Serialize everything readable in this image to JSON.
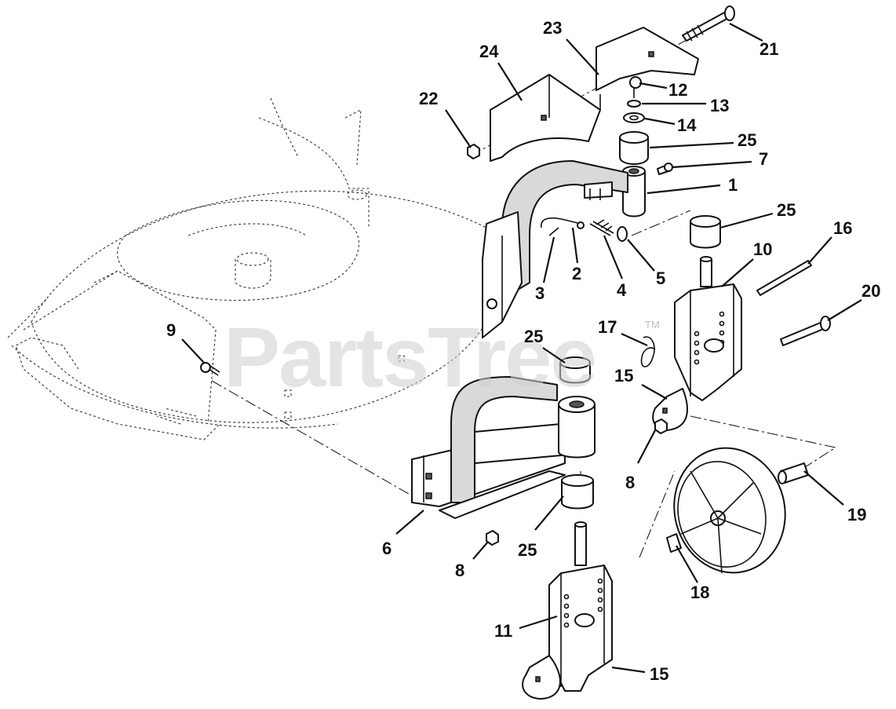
{
  "watermark": {
    "text": "PartsTree",
    "trademark": "TM"
  },
  "callouts": {
    "c1": "1",
    "c2": "2",
    "c3": "3",
    "c4": "4",
    "c5": "5",
    "c6": "6",
    "c7": "7",
    "c8a": "8",
    "c8b": "8",
    "c9": "9",
    "c10": "10",
    "c11": "11",
    "c12": "12",
    "c13": "13",
    "c14": "14",
    "c15a": "15",
    "c15b": "15",
    "c16": "16",
    "c17": "17",
    "c18": "18",
    "c19": "19",
    "c20": "20",
    "c21": "21",
    "c22": "22",
    "c23": "23",
    "c24": "24",
    "c25a": "25",
    "c25b": "25",
    "c25c": "25",
    "c25d": "25"
  }
}
